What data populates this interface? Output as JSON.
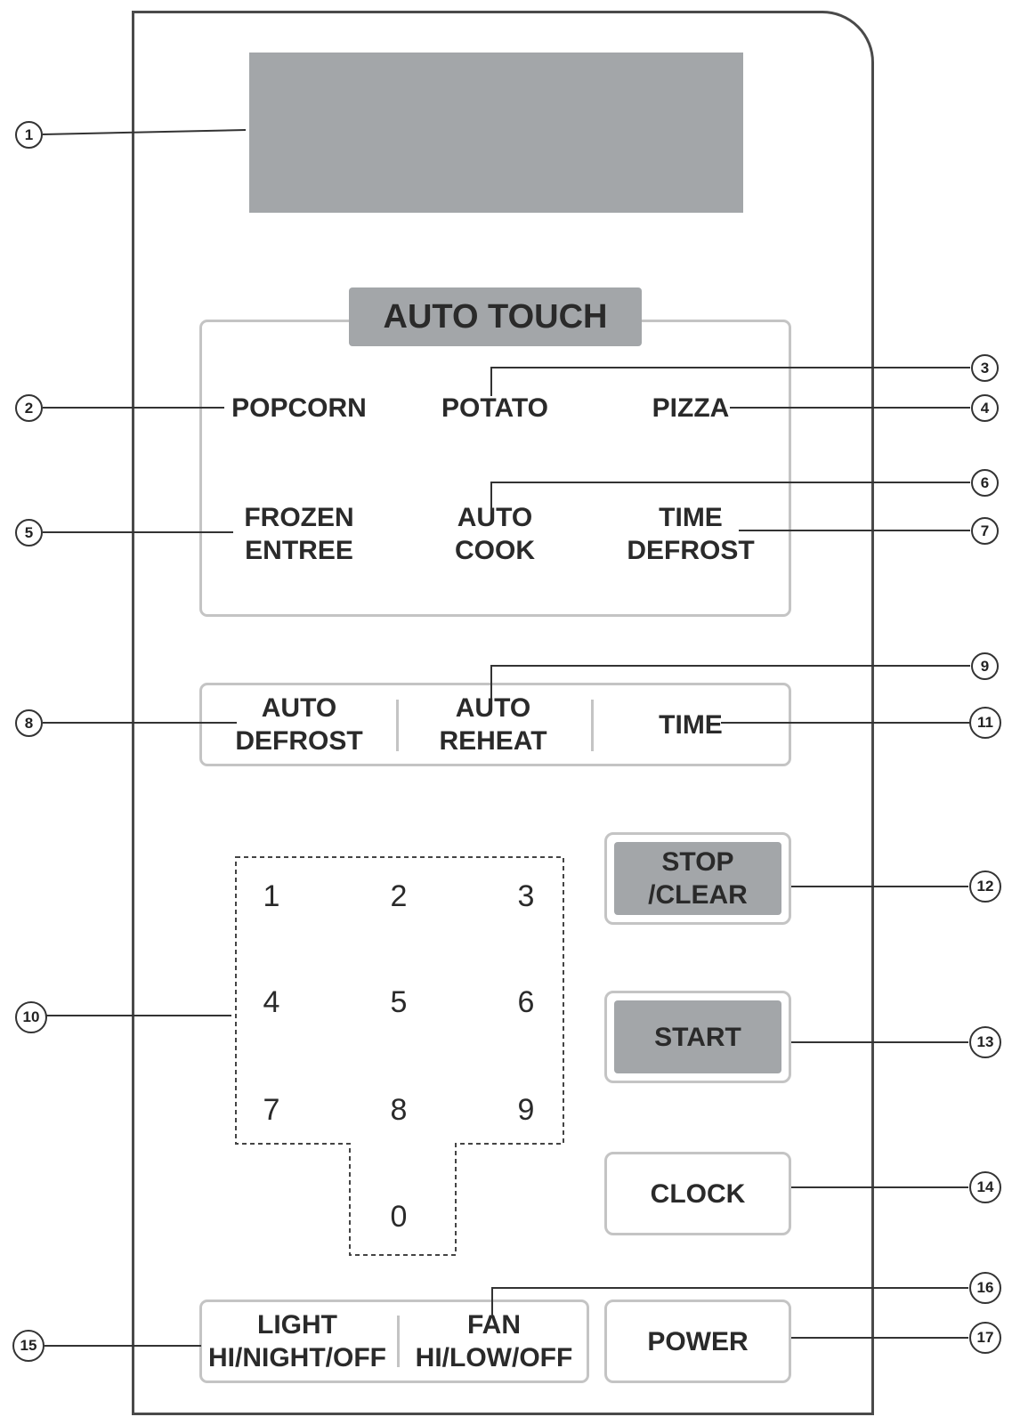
{
  "auto_touch": {
    "title": "AUTO TOUCH",
    "popcorn": "POPCORN",
    "potato": "POTATO",
    "pizza": "PIZZA",
    "frozen_entree": [
      "FROZEN",
      "ENTREE"
    ],
    "auto_cook": [
      "AUTO",
      "COOK"
    ],
    "time_defrost": [
      "TIME",
      "DEFROST"
    ]
  },
  "function_strip": {
    "auto_defrost": [
      "AUTO",
      "DEFROST"
    ],
    "auto_reheat": [
      "AUTO",
      "REHEAT"
    ],
    "time": "TIME"
  },
  "keypad": [
    "1",
    "2",
    "3",
    "4",
    "5",
    "6",
    "7",
    "8",
    "9",
    "0"
  ],
  "buttons": {
    "stop_clear": [
      "STOP",
      "/CLEAR"
    ],
    "start": "START",
    "clock": "CLOCK",
    "power": "POWER"
  },
  "bottom_strip": {
    "light": [
      "LIGHT",
      "HI/NIGHT/OFF"
    ],
    "fan": [
      "FAN",
      "HI/LOW/OFF"
    ]
  },
  "callouts": [
    "1",
    "2",
    "3",
    "4",
    "5",
    "6",
    "7",
    "8",
    "9",
    "10",
    "11",
    "12",
    "13",
    "14",
    "15",
    "16",
    "17"
  ],
  "colors": {
    "display_gray": "#a3a6a9",
    "border_gray": "#c4c4c4",
    "outline": "#4a4a4a"
  }
}
